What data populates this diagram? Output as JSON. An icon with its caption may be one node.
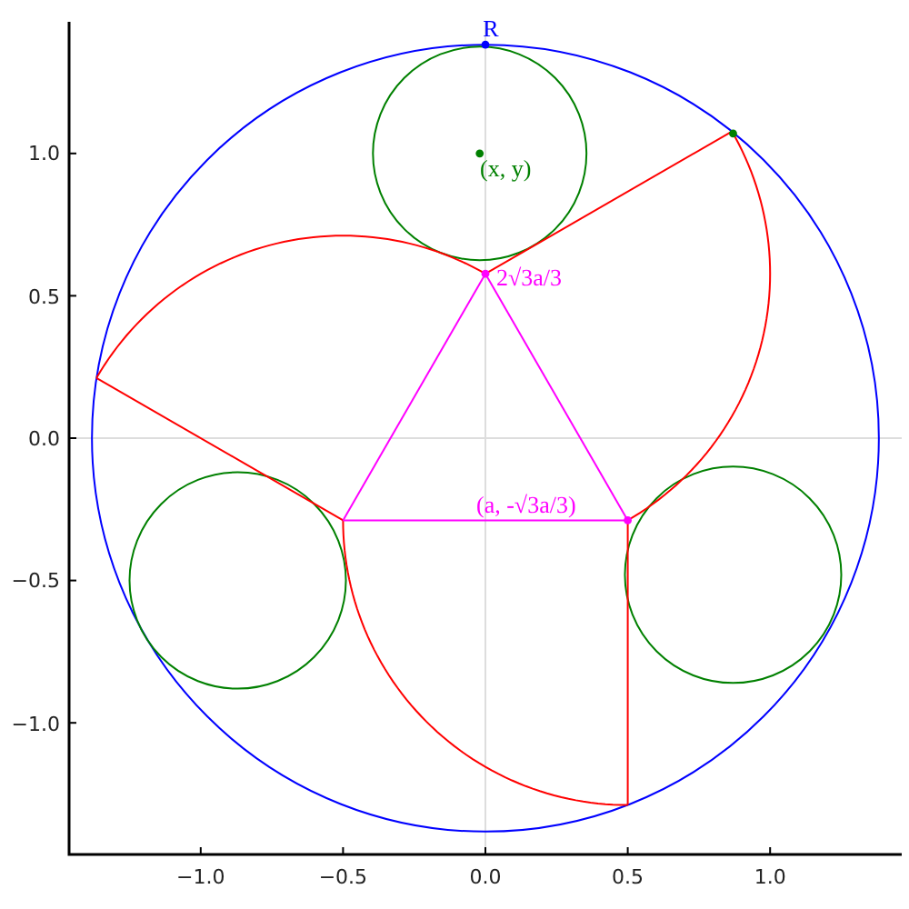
{
  "diagram": {
    "labels": [
      "R",
      "(x, y)",
      "2√3a/3",
      "(a, -√3a/3)",
      "1.0",
      "0.5",
      "0.0",
      "−0.5",
      "−1.0",
      "−1.0",
      "−0.5",
      "0.0",
      "0.5",
      "1.0"
    ]
  }
}
